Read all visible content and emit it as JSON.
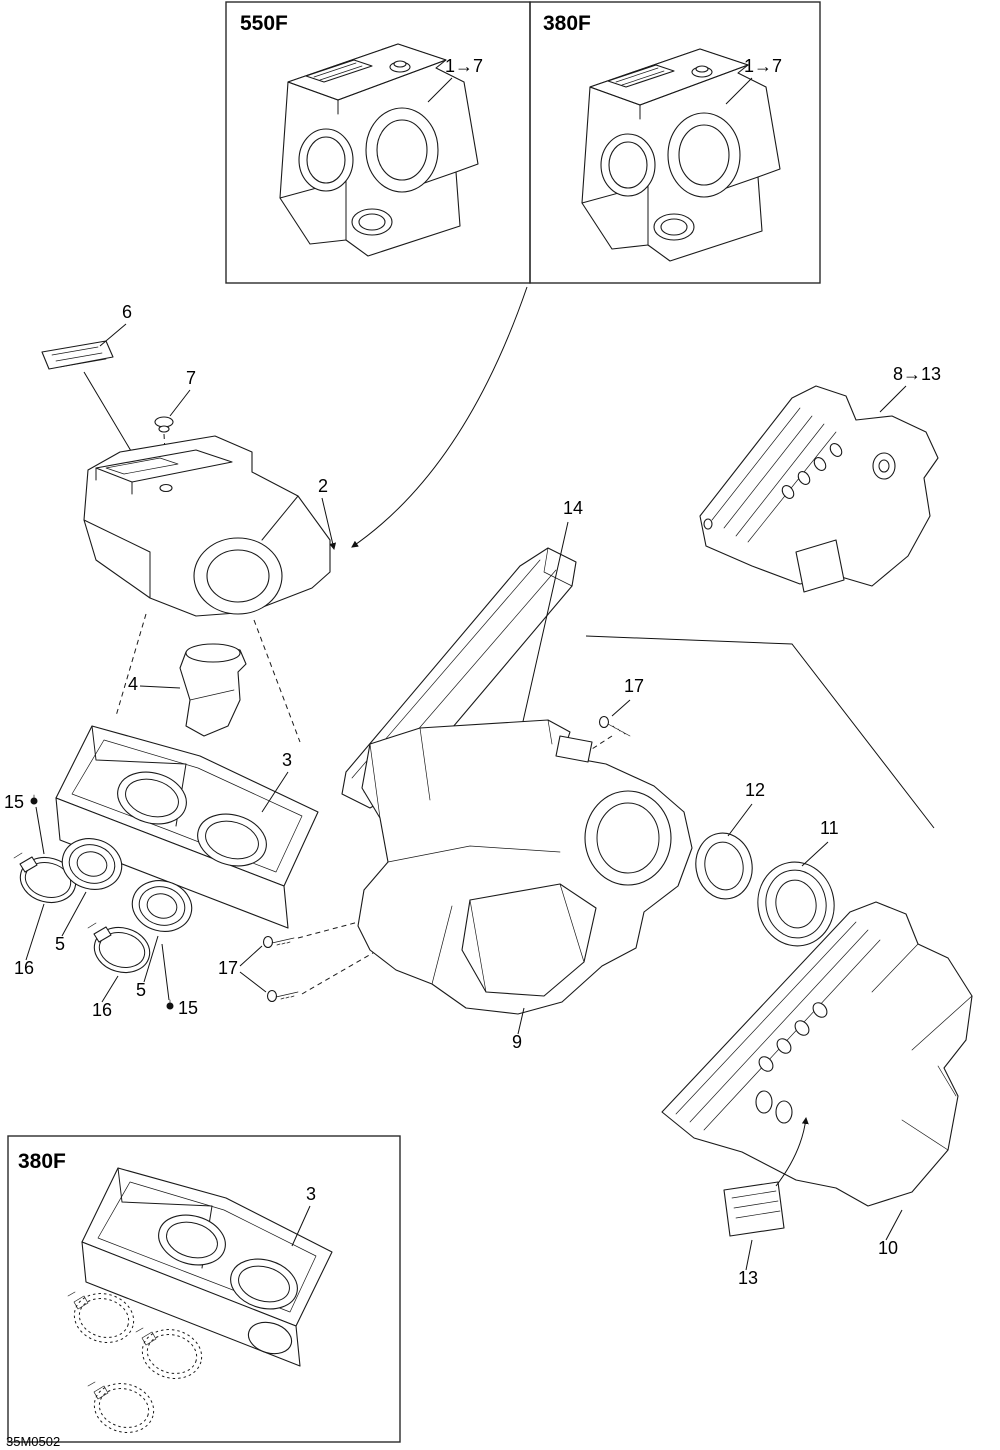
{
  "doc_code": "35M0502",
  "ink_color": "#1a1a1a",
  "panels": {
    "top_left": "550F",
    "top_right": "380F",
    "bottom": "380F"
  },
  "callouts": {
    "c1_7": "1→7",
    "c2": "2",
    "c3": "3",
    "c4": "4",
    "c5": "5",
    "c6": "6",
    "c7": "7",
    "c8_13": "8→13",
    "c9": "9",
    "c10": "10",
    "c11": "11",
    "c12": "12",
    "c13": "13",
    "c14": "14",
    "c15": "15",
    "c16": "16",
    "c17": "17"
  }
}
